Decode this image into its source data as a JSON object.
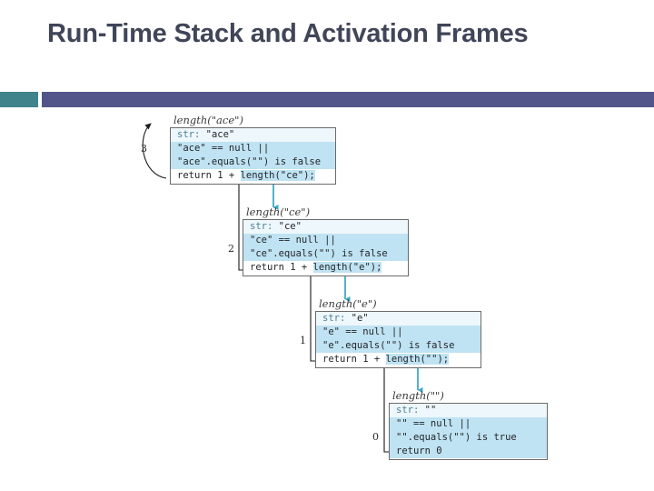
{
  "slide": {
    "title": "Run-Time Stack and Activation Frames",
    "divider": {
      "accent_color": "#40838a",
      "bar_color": "#515589"
    }
  },
  "diagram": {
    "type": "recursion-activation-stack",
    "call_arrow_color": "#3fa9c9",
    "return_arrow_color": "#1a1a1a",
    "highlight_color": "#bfe3f2",
    "frames": [
      {
        "label": "length(\"ace\")",
        "depth": "3",
        "lines": [
          {
            "key": "str:",
            "rest": " \"ace\""
          },
          {
            "text": "\"ace\" == null ||"
          },
          {
            "text": "\"ace\".equals(\"\") is false"
          },
          {
            "head": "return 1 + ",
            "tail": "length(\"ce\");"
          }
        ]
      },
      {
        "label": "length(\"ce\")",
        "depth": "2",
        "lines": [
          {
            "key": "str:",
            "rest": " \"ce\""
          },
          {
            "text": "\"ce\" == null ||"
          },
          {
            "text": "\"ce\".equals(\"\") is false"
          },
          {
            "head": "return 1 + ",
            "tail": "length(\"e\");"
          }
        ]
      },
      {
        "label": "length(\"e\")",
        "depth": "1",
        "lines": [
          {
            "key": "str:",
            "rest": " \"e\""
          },
          {
            "text": "\"e\" == null ||"
          },
          {
            "text": "\"e\".equals(\"\") is false"
          },
          {
            "head": "return 1 + ",
            "tail": "length(\"\");"
          }
        ]
      },
      {
        "label": "length(\"\")",
        "depth": "0",
        "lines": [
          {
            "key": "str:",
            "rest": " \"\""
          },
          {
            "text": "\"\" == null ||"
          },
          {
            "text": "\"\".equals(\"\") is true"
          },
          {
            "text": "return 0"
          }
        ]
      }
    ]
  }
}
